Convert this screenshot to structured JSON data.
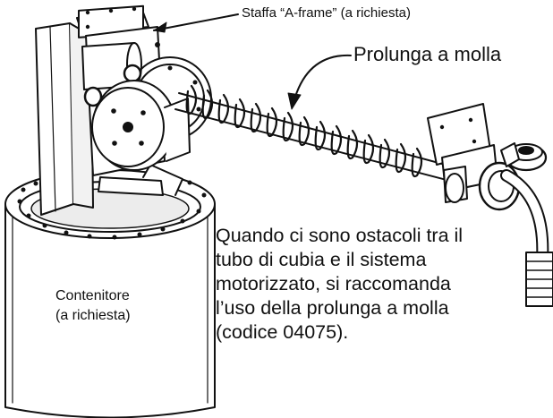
{
  "labels": {
    "staffa": "Staffa “A-frame” (a richiesta)",
    "prolunga": "Prolunga a molla",
    "contenitore": [
      "Contenitore",
      "(a richiesta)"
    ],
    "nota": [
      "Quando ci sono ostacoli tra il",
      "tubo di cubia e il sistema",
      "motorizzato, si raccomanda",
      "l’uso della prolunga a molla",
      "(codice 04075)."
    ]
  },
  "colors": {
    "line": "#111111",
    "fill": "#ffffff",
    "shade": "#e8e8e8"
  }
}
